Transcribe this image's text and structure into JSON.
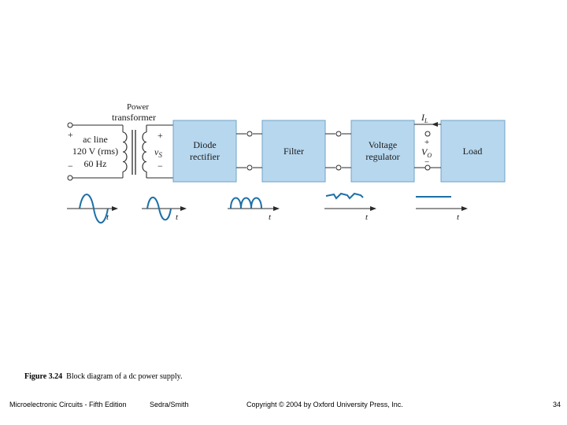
{
  "diagram": {
    "transformer_label_top": "Power",
    "transformer_label": "transformer",
    "source": {
      "name": "ac line",
      "voltage": "120 V (rms)",
      "frequency": "60 Hz",
      "plus": "+",
      "minus": "−"
    },
    "secondary": {
      "voltage": "v",
      "subscript": "S",
      "plus": "+",
      "minus": "−"
    },
    "blocks": [
      {
        "line1": "Diode",
        "line2": "rectifier"
      },
      {
        "line1": "Filter",
        "line2": ""
      },
      {
        "line1": "Voltage",
        "line2": "regulator"
      },
      {
        "line1": "Load",
        "line2": ""
      }
    ],
    "output": {
      "current": "I",
      "current_sub": "L",
      "voltage": "V",
      "voltage_sub": "O",
      "plus": "+",
      "minus": "−"
    },
    "time_axis_label": "t",
    "colors": {
      "block_fill": "#b7d7ee",
      "block_stroke": "#6fa3c8",
      "wave": "#1c6fa6",
      "wire": "#2a2a2a"
    }
  },
  "caption": {
    "label": "Figure 3.24",
    "text": "Block diagram of a dc power supply."
  },
  "footer": {
    "book": "Microelectronic Circuits - Fifth Edition",
    "authors": "Sedra/Smith",
    "copyright": "Copyright © 2004 by Oxford University Press, Inc.",
    "page": "34"
  }
}
